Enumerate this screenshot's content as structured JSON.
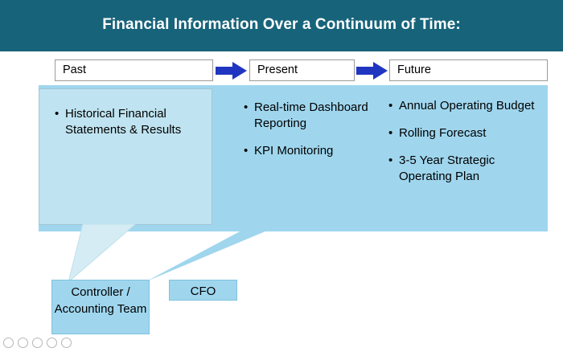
{
  "slide": {
    "title": "Financial Information Over a Continuum of Time:",
    "title_bar_color": "#17637a",
    "band_color": "#9fd6ee",
    "callout_color": "#bfe3f0",
    "arrow_color": "#2036c0"
  },
  "headers": [
    {
      "label": "Past"
    },
    {
      "label": "Present"
    },
    {
      "label": "Future"
    }
  ],
  "arrows": [
    {
      "name": "arrow-past-to-present"
    },
    {
      "name": "arrow-present-to-future"
    }
  ],
  "columns": {
    "past": {
      "bullets": [
        {
          "marker": "•",
          "text": "Historical Financial Statements & Results"
        }
      ]
    },
    "present": {
      "bullets": [
        {
          "marker": "•",
          "text": "Real-time Dashboard Reporting"
        },
        {
          "marker": "•",
          "text": "KPI Monitoring"
        }
      ]
    },
    "future": {
      "bullets": [
        {
          "marker": "•",
          "text": "Annual Operating Budget"
        },
        {
          "marker": "•",
          "text": "Rolling Forecast"
        },
        {
          "marker": "•",
          "text": "3-5 Year Strategic Operating Plan"
        }
      ]
    }
  },
  "roles": [
    {
      "label": "Controller / Accounting Team"
    },
    {
      "label": "CFO"
    }
  ]
}
